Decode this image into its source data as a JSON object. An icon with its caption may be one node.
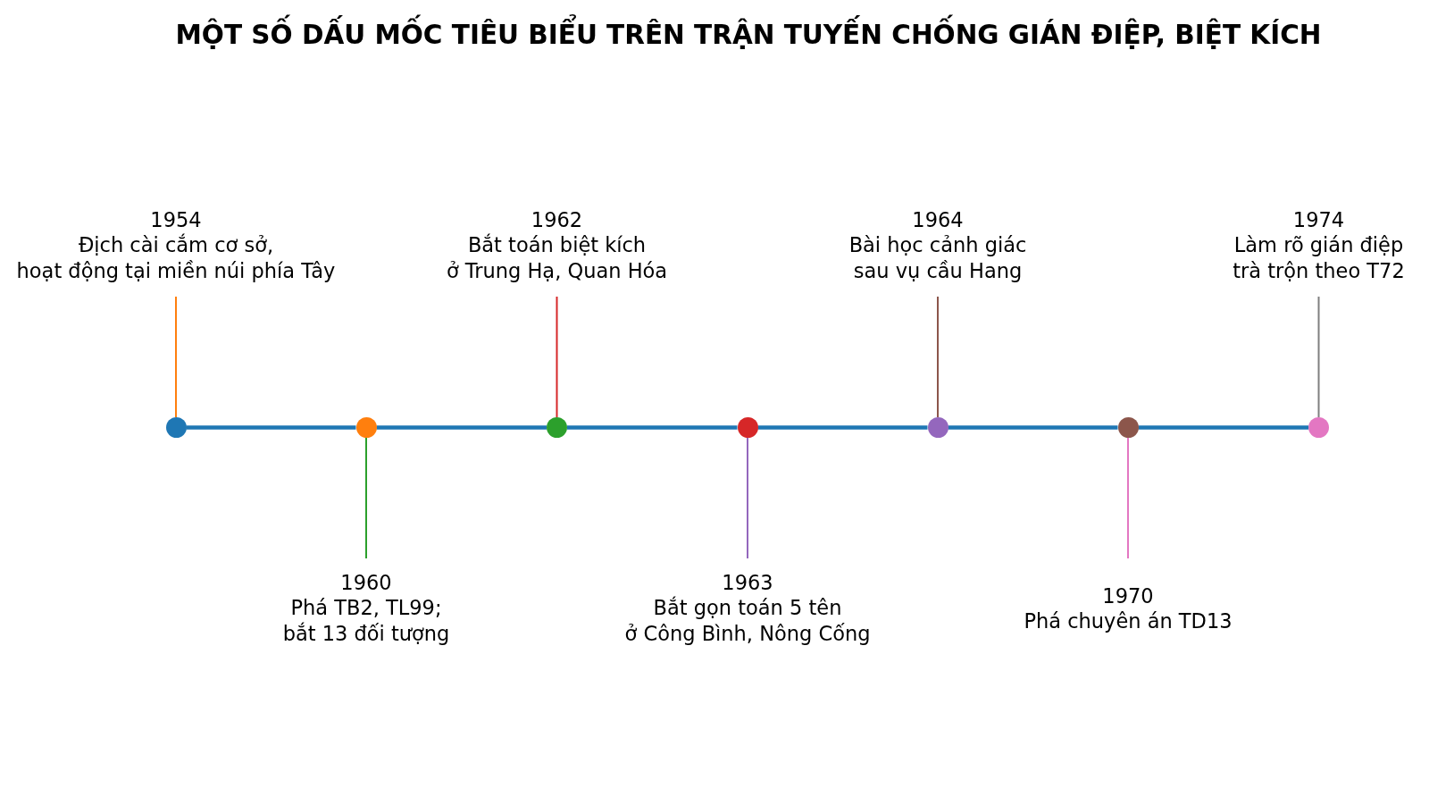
{
  "diagram": {
    "title": "MỘT SỐ DẤU MỐC TIÊU BIỂU TRÊN TRẬN TUYẾN CHỐNG GIÁN ĐIỆP, BIỆT KÍCH",
    "nodes": [
      {
        "text": [
          "1954",
          "Địch cài cắm cơ sở, hoạt động tại miền núi phía Tây"
        ]
      },
      {
        "text": [
          "1962",
          "Bắt toán biệt kích ở Trung Hạ, Quan Hóa"
        ]
      },
      {
        "text": [
          "1964",
          "Bài học cảnh giác sau vụ cầu Hang"
        ]
      },
      {
        "text": [
          "1974",
          "Làm rõ gián điệp trà trộn theo T72"
        ]
      },
      {
        "text": [],
        "shape": "circle"
      },
      {
        "text": [],
        "shape": "circle"
      },
      {
        "text": [],
        "shape": "circle"
      },
      {
        "text": [],
        "shape": "circle"
      },
      {
        "text": [],
        "shape": "circle"
      },
      {
        "text": [],
        "shape": "circle"
      },
      {
        "text": [],
        "shape": "circle"
      },
      {
        "text": [
          "1960",
          "Phá TB2, TL99; bắt 13 đối tượng"
        ]
      },
      {
        "text": [
          "1963",
          "Bắt gọn toán 5 tên ở Công Bình, Nông Cống"
        ]
      },
      {
        "text": [
          "1970",
          "Phá chuyên án TD13"
        ]
      }
    ],
    "edges": [
      {
        "from": 4,
        "to": 5,
        "arrow": "none",
        "style": "thick",
        "color": "#1f77b4"
      },
      {
        "from": 5,
        "to": 6,
        "arrow": "none",
        "style": "thick",
        "color": "#1f77b4"
      },
      {
        "from": 6,
        "to": 7,
        "arrow": "none",
        "style": "thick",
        "color": "#1f77b4"
      },
      {
        "from": 7,
        "to": 8,
        "arrow": "none",
        "style": "thick",
        "color": "#1f77b4"
      },
      {
        "from": 8,
        "to": 9,
        "arrow": "none",
        "style": "thick",
        "color": "#1f77b4"
      },
      {
        "from": 9,
        "to": 10,
        "arrow": "none",
        "style": "thick",
        "color": "#1f77b4"
      },
      {
        "from": 0,
        "to": 4,
        "arrow": "none",
        "color": "#ff7f0e"
      },
      {
        "from": 11,
        "to": 5,
        "arrow": "none",
        "color": "#2ca02c"
      },
      {
        "from": 1,
        "to": 6,
        "arrow": "none",
        "color": "#d62728"
      },
      {
        "from": 12,
        "to": 7,
        "arrow": "none",
        "color": "#9467bd"
      },
      {
        "from": 2,
        "to": 8,
        "arrow": "none",
        "color": "#8c564b"
      },
      {
        "from": 13,
        "to": 9,
        "arrow": "none",
        "color": "#e377c2"
      },
      {
        "from": 3,
        "to": 10,
        "arrow": "none",
        "color": "#7f7f7f"
      }
    ]
  }
}
